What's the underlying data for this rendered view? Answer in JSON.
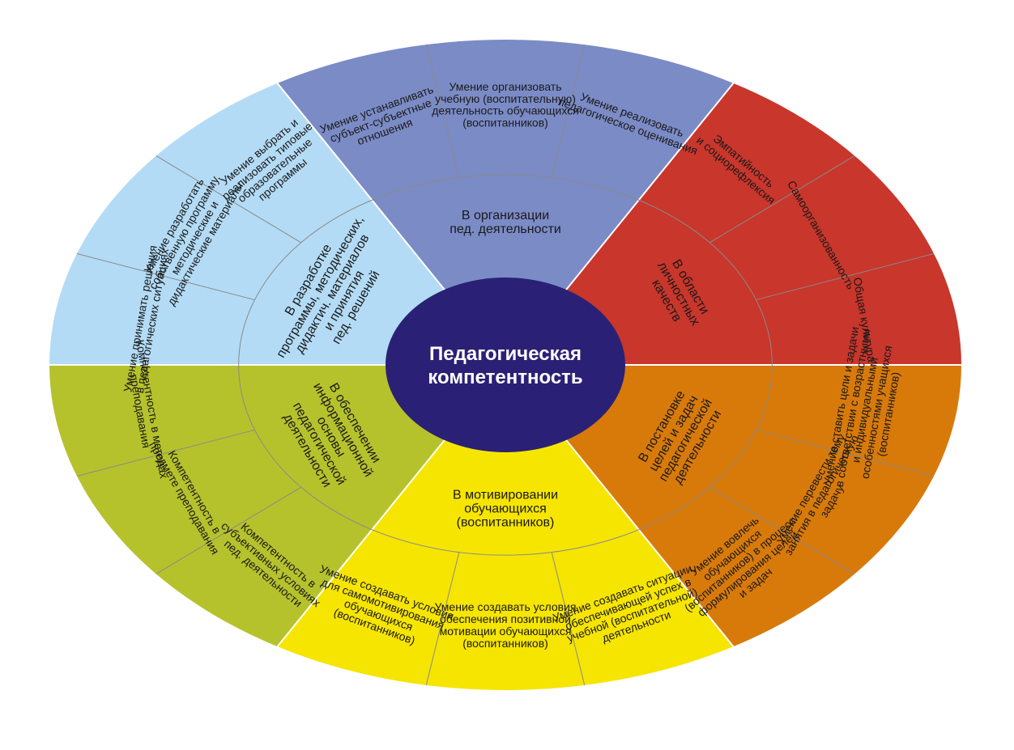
{
  "center": {
    "lines": [
      "Педагогическая",
      "компетентность"
    ],
    "color": "#2a2176"
  },
  "sectors": [
    {
      "id": "organization",
      "color": "#7b8bc6",
      "inner_label": [
        "В организации",
        "пед. деятельности"
      ],
      "items": [
        [
          "Умение устанавливать",
          "субъект-субъектные",
          "отношения"
        ],
        [
          "Умение организовать",
          "учебную (воспитательную)",
          "деятельность обучающихся",
          "(воспитанников)"
        ],
        [
          "Умение реализовать",
          "педагогическое оценивания"
        ]
      ]
    },
    {
      "id": "personal",
      "color": "#c8362c",
      "inner_label": [
        "В области",
        "личностных",
        "качеств"
      ],
      "items": [
        [
          "Эмпатийность",
          "и социорефлексия"
        ],
        [
          "Самоорганизованность"
        ],
        [
          "Общая культура"
        ]
      ]
    },
    {
      "id": "goals",
      "color": "#d87a0a",
      "inner_label": [
        "В постановке",
        "целей и задач",
        "педагогической",
        "деятельности"
      ],
      "items": [
        [
          "Умение ставить цели и задачи",
          "в соответствии с возрастными",
          "и индивидуальными",
          "особенностями учащихся",
          "(воспитанников)"
        ],
        [
          "Умение перевести тему",
          "занятия в педагогическую",
          "задачу"
        ],
        [
          "Умение вовлечь",
          "обучающихся",
          "(воспитанников) в процесс",
          "формулирования целей",
          "и задач"
        ]
      ]
    },
    {
      "id": "motivation",
      "color": "#f6e500",
      "inner_label": [
        "В мотивировании",
        "обучающихся",
        "(воспитанников)"
      ],
      "items": [
        [
          "Умение создавать ситуации,",
          "обеспечивающей успех в",
          "учебной (воспитательной)",
          "деятельности"
        ],
        [
          "Умение создавать условия",
          "обеспечения позитивной",
          "мотивации обучающихся",
          "(воспитанников)"
        ],
        [
          "Умение создавать условия",
          "для самомотивирования",
          "обучающихся",
          "(воспитанников)"
        ]
      ]
    },
    {
      "id": "information",
      "color": "#b6c22c",
      "inner_label": [
        "В обеспечении",
        "информационной",
        "основы",
        "педагогической",
        "деятельности"
      ],
      "items": [
        [
          "Компетентность в",
          "субъективных условиях",
          "пед. деятельности"
        ],
        [
          "Компетентность в",
          "предмете преподавания"
        ],
        [
          "Компетентность в методах",
          "преподавания"
        ]
      ]
    },
    {
      "id": "development",
      "color": "#b3dbf5",
      "inner_label": [
        "В разработке",
        "программы, методических,",
        "дидактич. материалов",
        "и принятия",
        "пед.  решений"
      ],
      "items": [
        [
          "Умение принимать решения",
          "в педагогических ситуациях"
        ],
        [
          "Умение разработать",
          "собственную программу,",
          "методические и",
          "дидактические материалы"
        ],
        [
          "Умение выбрать и",
          "реализовать типовые",
          "образовательные",
          "программы"
        ]
      ]
    }
  ]
}
